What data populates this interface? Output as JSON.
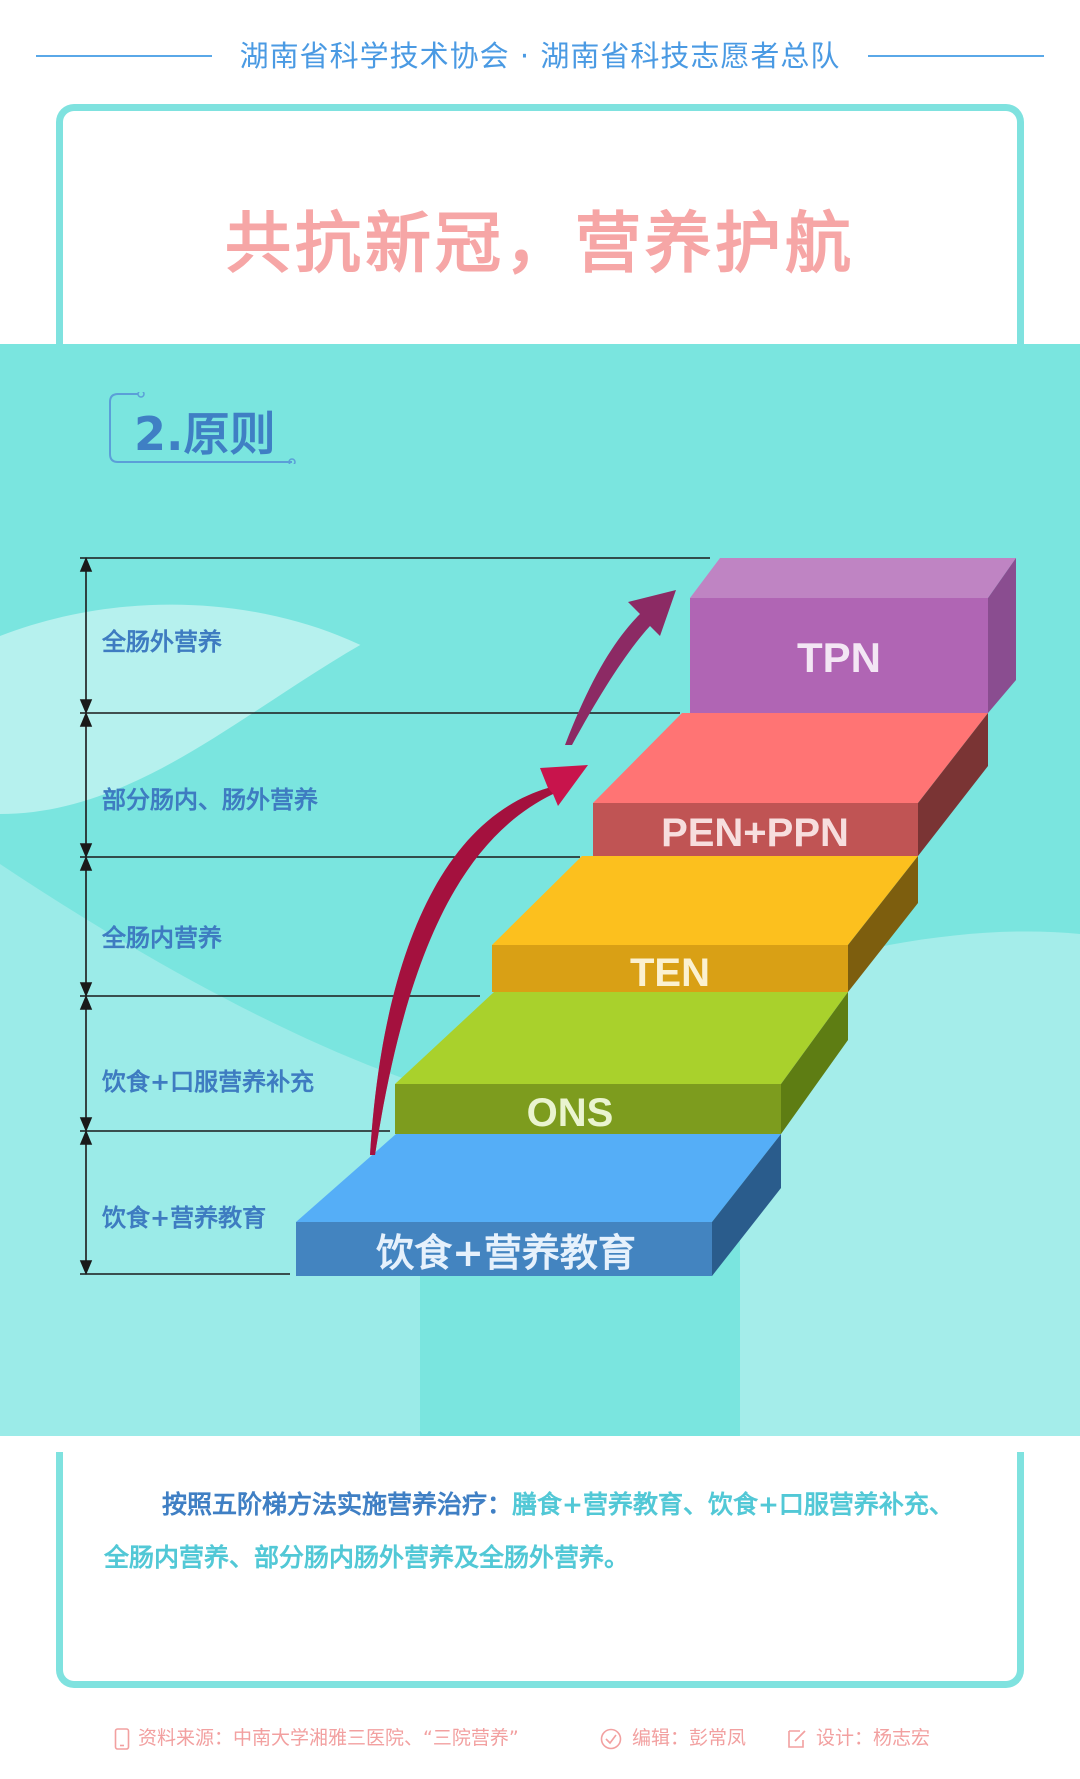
{
  "header": {
    "title": "湖南省科学技术协会 · 湖南省科技志愿者总队"
  },
  "main_title": "共抗新冠，营养护航",
  "section": {
    "title": "2.原则"
  },
  "levels": [
    {
      "label": "全肠外营养",
      "block": "TPN",
      "color": "#b065b4"
    },
    {
      "label": "部分肠内、肠外营养",
      "block": "PEN+PPN",
      "color": "#ff7474"
    },
    {
      "label": "全肠内营养",
      "block": "TEN",
      "color": "#fcc01e"
    },
    {
      "label": "饮食+口服营养补充",
      "block": "ONS",
      "color": "#a9d12c"
    },
    {
      "label": "饮食+营养教育",
      "block": "饮食+营养教育",
      "color": "#55aef7"
    }
  ],
  "description": {
    "lead": "按照五阶梯方法实施营养治疗：",
    "body": "膳食+营养教育、饮食+口服营养补充、全肠内营养、部分肠内肠外营养及全肠外营养。"
  },
  "footer": {
    "source": "资料来源：中南大学湘雅三医院、“三院营养”",
    "editor": "编辑：彭常凤",
    "designer": "设计：杨志宏"
  }
}
